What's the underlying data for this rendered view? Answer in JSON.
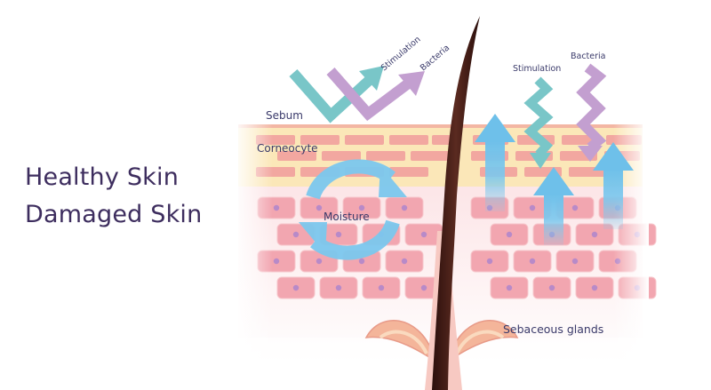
{
  "headings": {
    "healthy": "Healthy Skin",
    "damaged": "Damaged Skin"
  },
  "labels": {
    "sebum": "Sebum",
    "corneocyte": "Corneocyte",
    "moisture": "Moisture",
    "sebaceous_glands": "Sebaceous glands",
    "left_stimulation": "Stimulation",
    "left_bacteria": "Bacteria",
    "right_stimulation": "Stimulation",
    "right_bacteria": "Bacteria"
  },
  "colors": {
    "title": "#3d2d5e",
    "label": "#3a3a6a",
    "cell_fill": "#f2a6b0",
    "cell_nucleus": "#b88ac8",
    "corneocyte": "#f2a7a0",
    "sebum_layer": "#fbe7b8",
    "hair": "#4a1f18",
    "stimulation": "#79c6c8",
    "bacteria": "#c39fd0",
    "moisture_arrow": "#7cc8ee"
  }
}
